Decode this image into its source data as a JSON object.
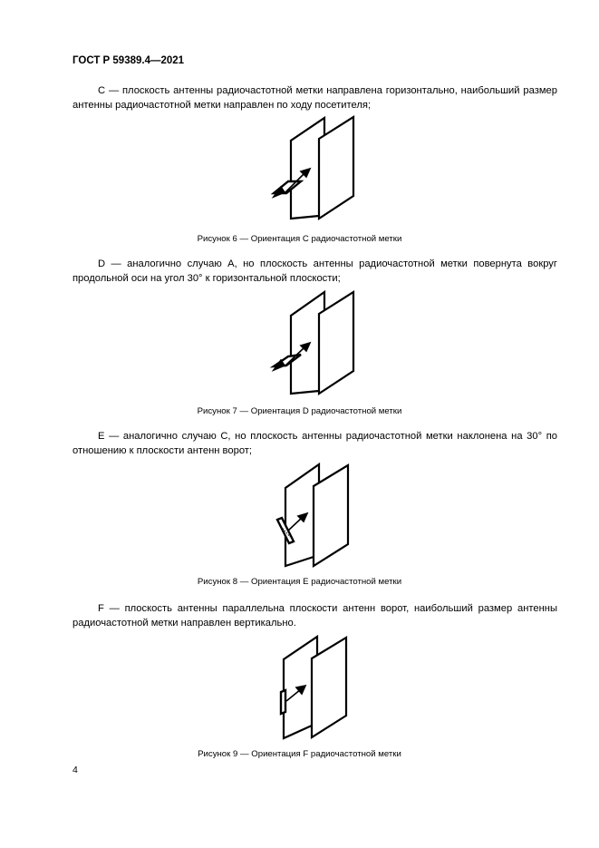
{
  "header": {
    "standard_id": "ГОСТ Р 59389.4—2021"
  },
  "paragraphs": [
    {
      "id": "C",
      "text": "С — плоскость антенны радиочастотной метки направлена горизонтально, наибольший размер антенны радиочастотной метки направлен по ходу посетителя;"
    },
    {
      "id": "D",
      "text": "D — аналогично случаю А, но плоскость антенны радиочастотной метки повернута вокруг продольной оси на угол 30° к горизонтальной плоскости;"
    },
    {
      "id": "E",
      "text": "Е — аналогично случаю С, но плоскость антенны радиочастотной метки наклонена на 30° по отношению к плоскости антенн ворот;"
    },
    {
      "id": "F",
      "text": "F — плоскость антенны параллельна плоскости антенн ворот, наибольший размер антенны радиочастотной метки направлен вертикально."
    }
  ],
  "figures": [
    {
      "number": 6,
      "orientation": "C",
      "caption": "Рисунок 6 — Ориентация С радиочастотной метки"
    },
    {
      "number": 7,
      "orientation": "D",
      "caption": "Рисунок 7 — Ориентация D радиочастотной метки"
    },
    {
      "number": 8,
      "orientation": "E",
      "caption": "Рисунок 8 — Ориентация Е радиочастотной метки"
    },
    {
      "number": 9,
      "orientation": "F",
      "caption": "Рисунок 9 — Ориентация F радиочастотной метки"
    }
  ],
  "footer": {
    "page_number": "4"
  }
}
